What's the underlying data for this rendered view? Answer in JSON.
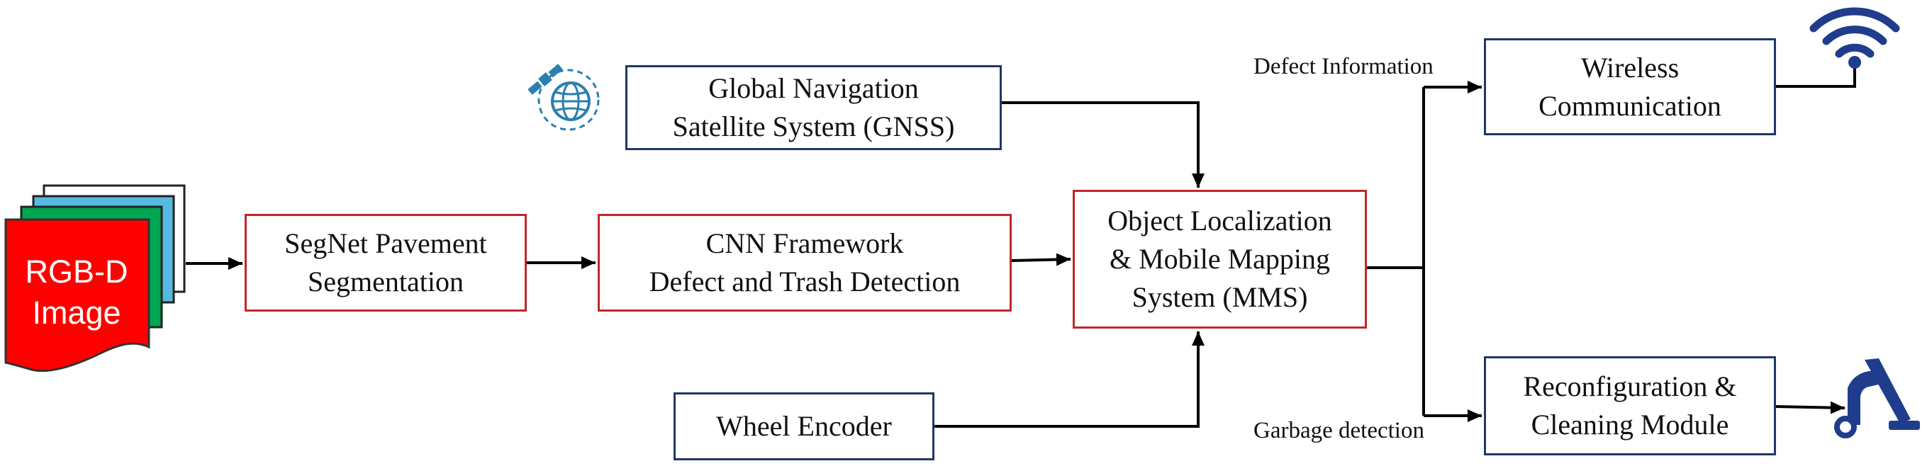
{
  "input": {
    "line1": "RGB-D",
    "line2": "Image",
    "colors": {
      "front": "#ff0000",
      "second": "#00a651",
      "third": "#56b9e2",
      "back": "#ffffff"
    }
  },
  "blocks": {
    "gnss": {
      "line1": "Global Navigation",
      "line2": "Satellite System (GNSS)",
      "border": "#1f3864"
    },
    "segnet": {
      "line1": "SegNet Pavement",
      "line2": "Segmentation",
      "border": "#c0272d"
    },
    "cnn": {
      "line1": "CNN Framework",
      "line2": "Defect and Trash Detection",
      "border": "#c0272d"
    },
    "mms": {
      "line1": "Object Localization",
      "line2": "& Mobile Mapping",
      "line3": "System (MMS)",
      "border": "#c0272d"
    },
    "wheel": {
      "line1": "Wheel Encoder",
      "border": "#1f3864"
    },
    "wireless": {
      "line1": "Wireless",
      "line2": "Communication",
      "border": "#1f3864"
    },
    "reconfig": {
      "line1": "Reconfiguration &",
      "line2": "Cleaning Module",
      "border": "#1f3864"
    }
  },
  "labels": {
    "defect_info": "Defect Information",
    "garbage": "Garbage detection"
  },
  "icons": {
    "satellite": "satellite-globe-icon",
    "wifi": "wifi-icon",
    "vacuum": "vacuum-cleaner-icon"
  },
  "colors": {
    "icon_blue": "#1f3d8c",
    "satellite_blue": "#2a7fb0",
    "arrow": "#000000"
  }
}
